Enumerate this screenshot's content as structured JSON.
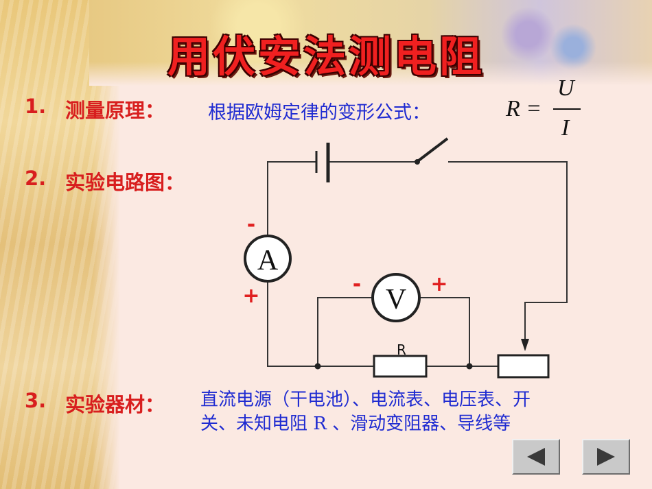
{
  "title": "用伏安法测电阻",
  "items": [
    {
      "num": "1.",
      "heading": "测量原理：",
      "text": "根据欧姆定律的变形公式：",
      "formula": {
        "lhs": "R =",
        "numerator": "U",
        "denominator": "I"
      }
    },
    {
      "num": "2.",
      "heading": "实验电路图："
    },
    {
      "num": "3.",
      "heading": "实验器材：",
      "line1": "直流电源（干电池）、电流表、电压表、开",
      "line2": "关、未知电阻 R 、滑动变阻器、导线等"
    }
  ],
  "circuit": {
    "ammeter_label": "A",
    "voltmeter_label": "V",
    "resistor_label": "R",
    "ammeter_minus": "-",
    "ammeter_plus": "+",
    "voltmeter_minus": "-",
    "voltmeter_plus": "+"
  },
  "colors": {
    "title": "#f02020",
    "heading": "#d81e1e",
    "body": "#1f2bd1",
    "background": "#fbe9e2",
    "terminal": "#e02020"
  },
  "nav": {
    "prev_icon": "triangle-left-icon",
    "next_icon": "triangle-right-icon"
  }
}
